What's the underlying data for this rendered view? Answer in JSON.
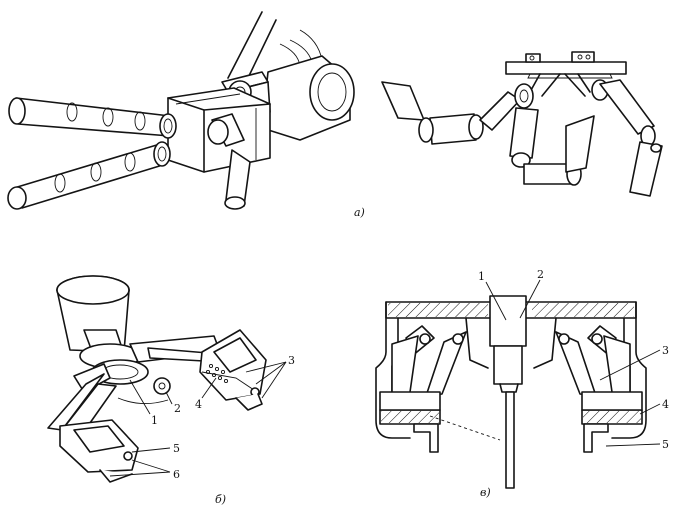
{
  "figure_a": {
    "caption": "а)"
  },
  "figure_b": {
    "caption": "б)",
    "labels": [
      "1",
      "2",
      "3",
      "4",
      "5",
      "6"
    ]
  },
  "figure_v": {
    "caption": "в)",
    "labels": [
      "1",
      "2",
      "3",
      "4",
      "5"
    ]
  }
}
